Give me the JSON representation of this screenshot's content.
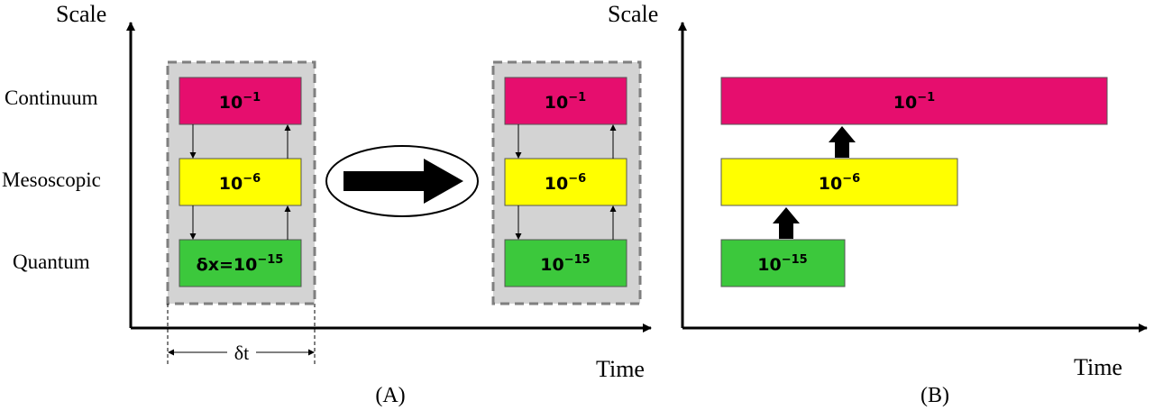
{
  "colors": {
    "continuum": "#e60e6e",
    "mesoscopic": "#ffff00",
    "quantum": "#3cc83c",
    "group_bg": "#d3d3d3",
    "group_border": "#7f7f7f"
  },
  "panel_a": {
    "y_axis_label": "Scale",
    "x_axis_label": "Time",
    "row_labels": {
      "continuum": "Continuum",
      "mesoscopic": "Mesoscopic",
      "quantum": "Quantum"
    },
    "left_group": {
      "continuum": {
        "base": "10",
        "exp": "−1"
      },
      "mesoscopic": {
        "base": "10",
        "exp": "−6"
      },
      "quantum": {
        "base": "δx=10",
        "exp": "−15"
      }
    },
    "right_group": {
      "continuum": {
        "base": "10",
        "exp": "−1"
      },
      "mesoscopic": {
        "base": "10",
        "exp": "−6"
      },
      "quantum": {
        "base": "10",
        "exp": "−15"
      }
    },
    "delta_t_label": "δt",
    "caption": "(A)"
  },
  "panel_b": {
    "y_axis_label": "Scale",
    "x_axis_label": "Time",
    "continuum": {
      "base": "10",
      "exp": "−1"
    },
    "mesoscopic": {
      "base": "10",
      "exp": "−6"
    },
    "quantum": {
      "base": "10",
      "exp": "−15"
    },
    "caption": "(B)"
  }
}
